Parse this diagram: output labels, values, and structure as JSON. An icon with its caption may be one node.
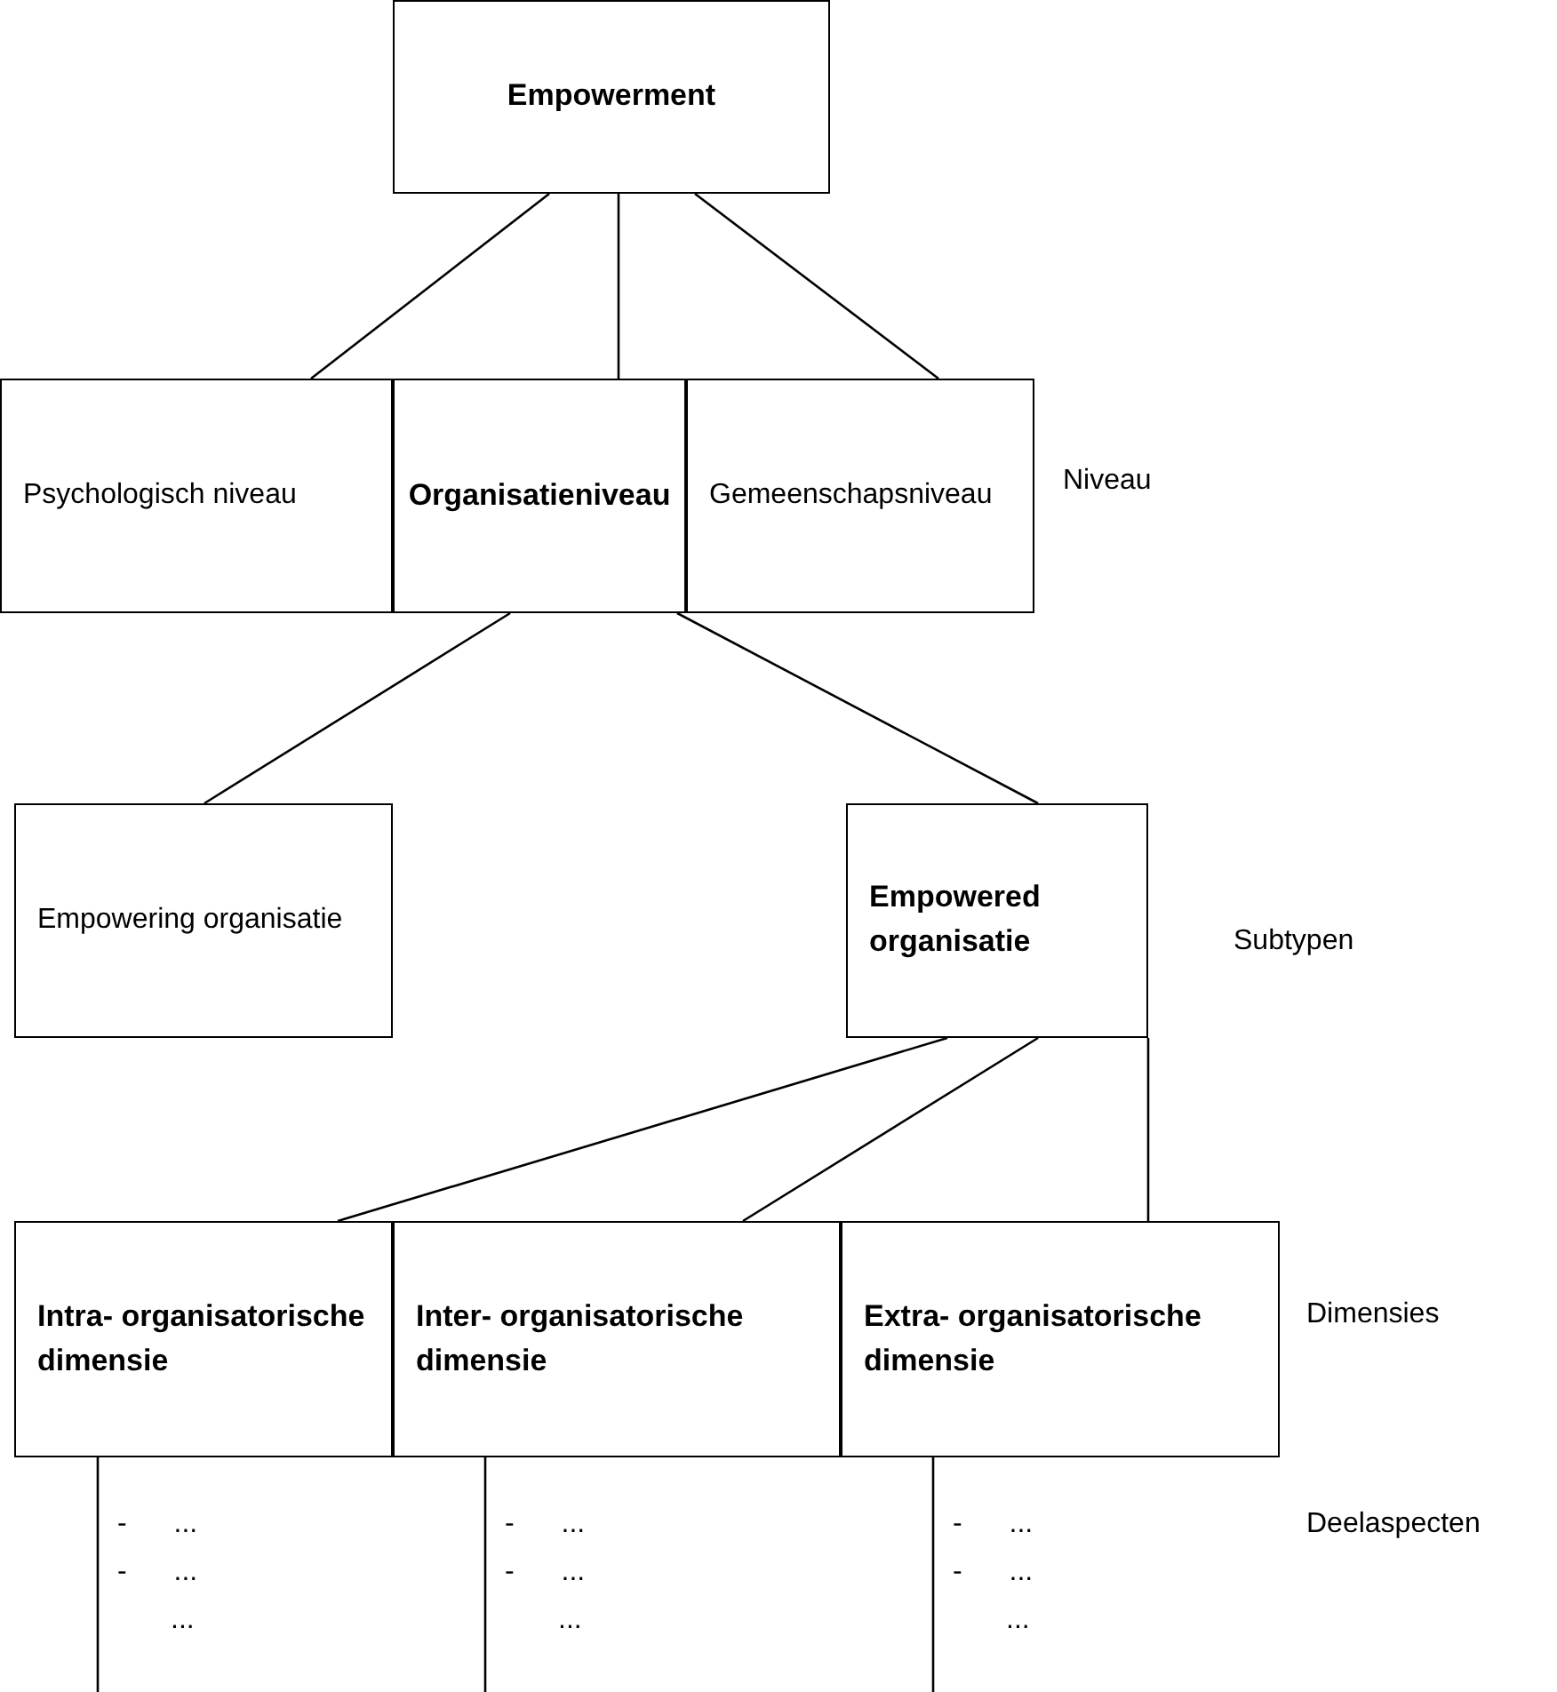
{
  "diagram": {
    "nodes": [
      {
        "text": [
          "Empowerment"
        ]
      },
      {
        "text": [
          "Psychologisch niveau"
        ]
      },
      {
        "text": [
          "Organisatieniveau"
        ]
      },
      {
        "text": [
          "Gemeenschapsniveau"
        ]
      },
      {
        "text": [
          "Empowering organisatie"
        ]
      },
      {
        "text": [
          "Empowered organisatie"
        ]
      },
      {
        "text": [
          "Intra- organisatorische dimensie"
        ]
      },
      {
        "text": [
          "Inter- organisatorische dimensie"
        ]
      },
      {
        "text": [
          "Extra- organisatorische dimensie"
        ]
      }
    ],
    "edges": [
      {
        "from": 0,
        "to": 1,
        "arrow": "none"
      },
      {
        "from": 0,
        "to": 2,
        "arrow": "none"
      },
      {
        "from": 0,
        "to": 3,
        "arrow": "none"
      },
      {
        "from": 2,
        "to": 4,
        "arrow": "none"
      },
      {
        "from": 2,
        "to": 5,
        "arrow": "none"
      },
      {
        "from": 5,
        "to": 6,
        "arrow": "none"
      },
      {
        "from": 5,
        "to": 7,
        "arrow": "none"
      },
      {
        "from": 5,
        "to": 8,
        "arrow": "none"
      },
      {
        "from": 6,
        "to": null,
        "arrow": "none"
      },
      {
        "from": 7,
        "to": null,
        "arrow": "none"
      },
      {
        "from": 8,
        "to": null,
        "arrow": "none"
      }
    ],
    "labels": [
      "Niveau",
      "Subtypen",
      "Dimensies",
      "Deelaspecten",
      "- ...",
      "- ...",
      "...",
      "- ...",
      "- ...",
      "...",
      "- ...",
      "- ...",
      "..."
    ]
  }
}
